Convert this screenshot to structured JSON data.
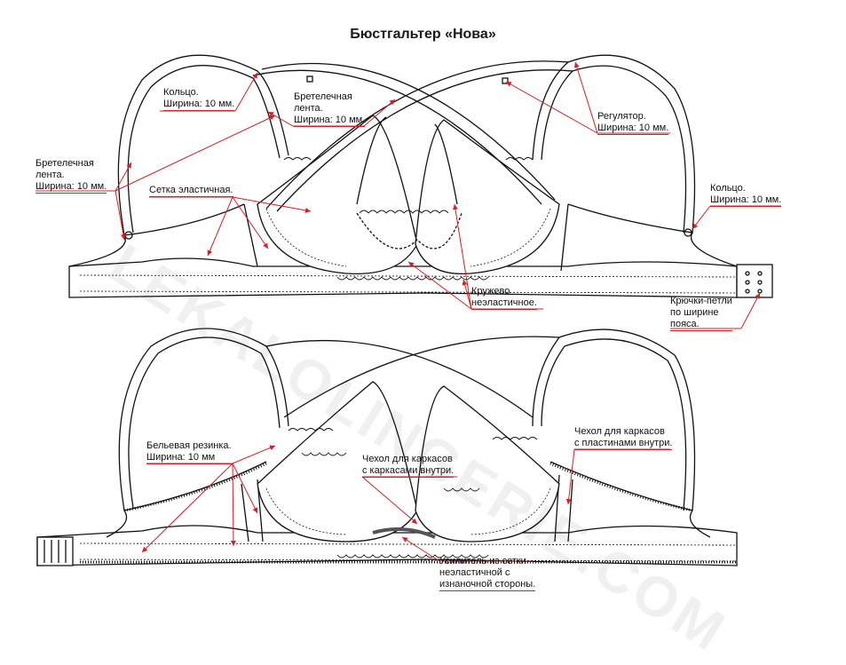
{
  "title": "Бюстгальтер «Нова»",
  "watermark": "LEKALOLINGERIE.COM",
  "accent_color": "#d32027",
  "labels": {
    "ring_left": [
      "Кольцо.",
      "Ширина: 10 мм."
    ],
    "strap_top": [
      "Бретелечная",
      "лента.",
      "Ширина: 10 мм."
    ],
    "strap_left": [
      "Бретелечная",
      "лента.",
      "Ширина: 10 мм."
    ],
    "mesh": [
      "Сетка эластичная."
    ],
    "regulator": [
      "Регулятор.",
      "Ширина: 10 мм."
    ],
    "ring_right": [
      "Кольцо.",
      "Ширина: 10 мм."
    ],
    "lace": [
      "Кружево",
      "неэластичное."
    ],
    "hooks": [
      "Крючки-петли",
      "по ширине",
      "пояса."
    ],
    "elastic": [
      "Бельевая резинка.",
      "Ширина: 10 мм"
    ],
    "casing_center": [
      "Чехол для каркасов",
      "с каркасами внутри."
    ],
    "casing_right": [
      "Чехол для каркасов",
      "с пластинами внутри."
    ],
    "reinforce": [
      "Усилитель из сетки",
      "неэластичной с",
      "изнаночной стороны."
    ]
  }
}
